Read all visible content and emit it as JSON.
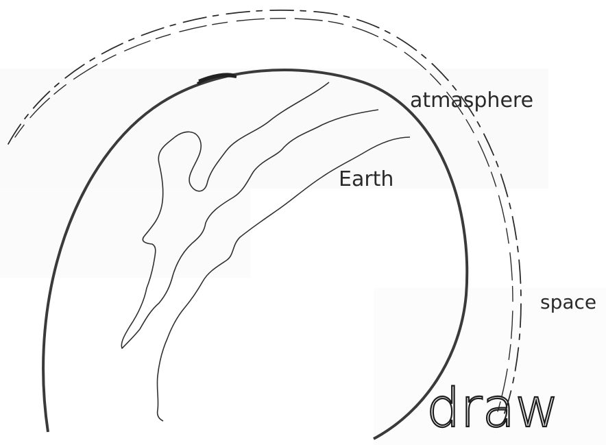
{
  "labels": {
    "atmosphere": "atmasphere",
    "earth": "Earth",
    "space": "space",
    "draw": "draw"
  },
  "colors": {
    "ink": "#2a2a2a",
    "earth_outline": "#3a3a3a",
    "background": "#ffffff"
  }
}
